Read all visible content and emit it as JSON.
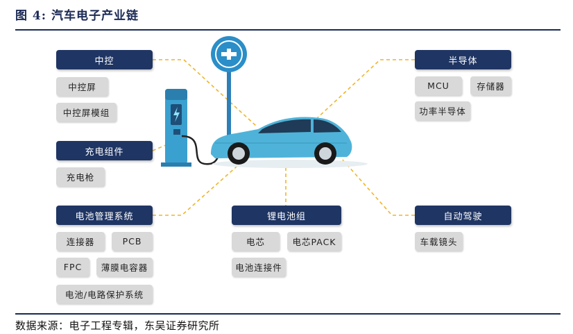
{
  "figure": {
    "title": "图 4:  汽车电子产业链",
    "source": "数据来源：电子工程专辑，东吴证券研究所"
  },
  "groups": {
    "zhongkong": {
      "header": "中控",
      "items": [
        "中控屏",
        "中控屏模组"
      ]
    },
    "chongdian": {
      "header": "充电组件",
      "items": [
        "充电枪"
      ]
    },
    "dianchi_guanli": {
      "header": "电池管理系统",
      "items": [
        "连接器",
        "PCB",
        "FPC",
        "薄膜电容器",
        "电池/电路保护系统"
      ]
    },
    "lidianchi": {
      "header": "锂电池组",
      "items": [
        "电芯",
        "电芯PACK",
        "电池连接件"
      ]
    },
    "bandaoti": {
      "header": "半导体",
      "items": [
        "MCU",
        "存储器",
        "功率半导体"
      ]
    },
    "zidong": {
      "header": "自动驾驶",
      "items": [
        "车载镜头"
      ]
    }
  },
  "colors": {
    "header_bg": "#1f3563",
    "item_bg": "#d9d9d9",
    "connector": "#f0b429",
    "car_body": "#4fb3d9",
    "charger": "#3aa0cf"
  },
  "icons": [
    "charging-station-icon",
    "ev-charging-sign-icon",
    "car-illustration"
  ]
}
